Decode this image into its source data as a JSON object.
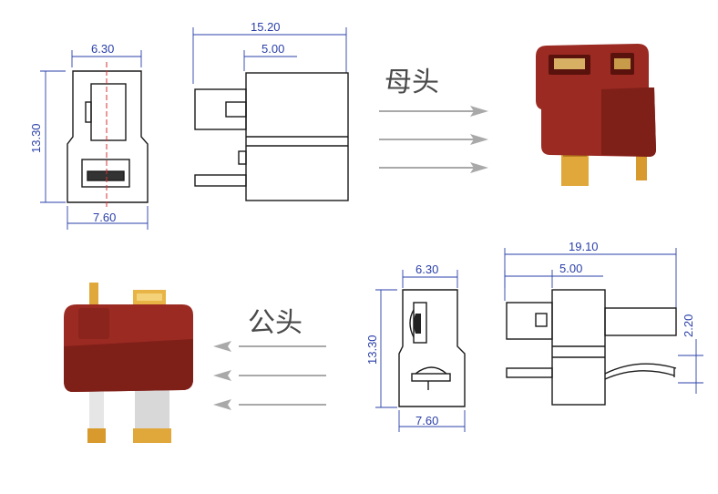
{
  "labels": {
    "female": "母头",
    "male": "公头"
  },
  "dimensions": {
    "female_front_top": "6.30",
    "female_front_height": "13.30",
    "female_front_bottom": "7.60",
    "female_side_total": "15.20",
    "female_side_partial": "5.00",
    "male_front_top": "6.30",
    "male_front_height": "13.30",
    "male_front_bottom": "7.60",
    "male_side_total": "19.10",
    "male_side_partial": "5.00",
    "male_side_pin": "2.20"
  },
  "colors": {
    "connector_body": "#9a2a22",
    "connector_shadow": "#6e1a14",
    "gold_pin": "#e0a83a",
    "dimension_blue": "#2a3fa8",
    "center_line_red": "#d63030",
    "arrow_gray": "#a9a9a9"
  }
}
